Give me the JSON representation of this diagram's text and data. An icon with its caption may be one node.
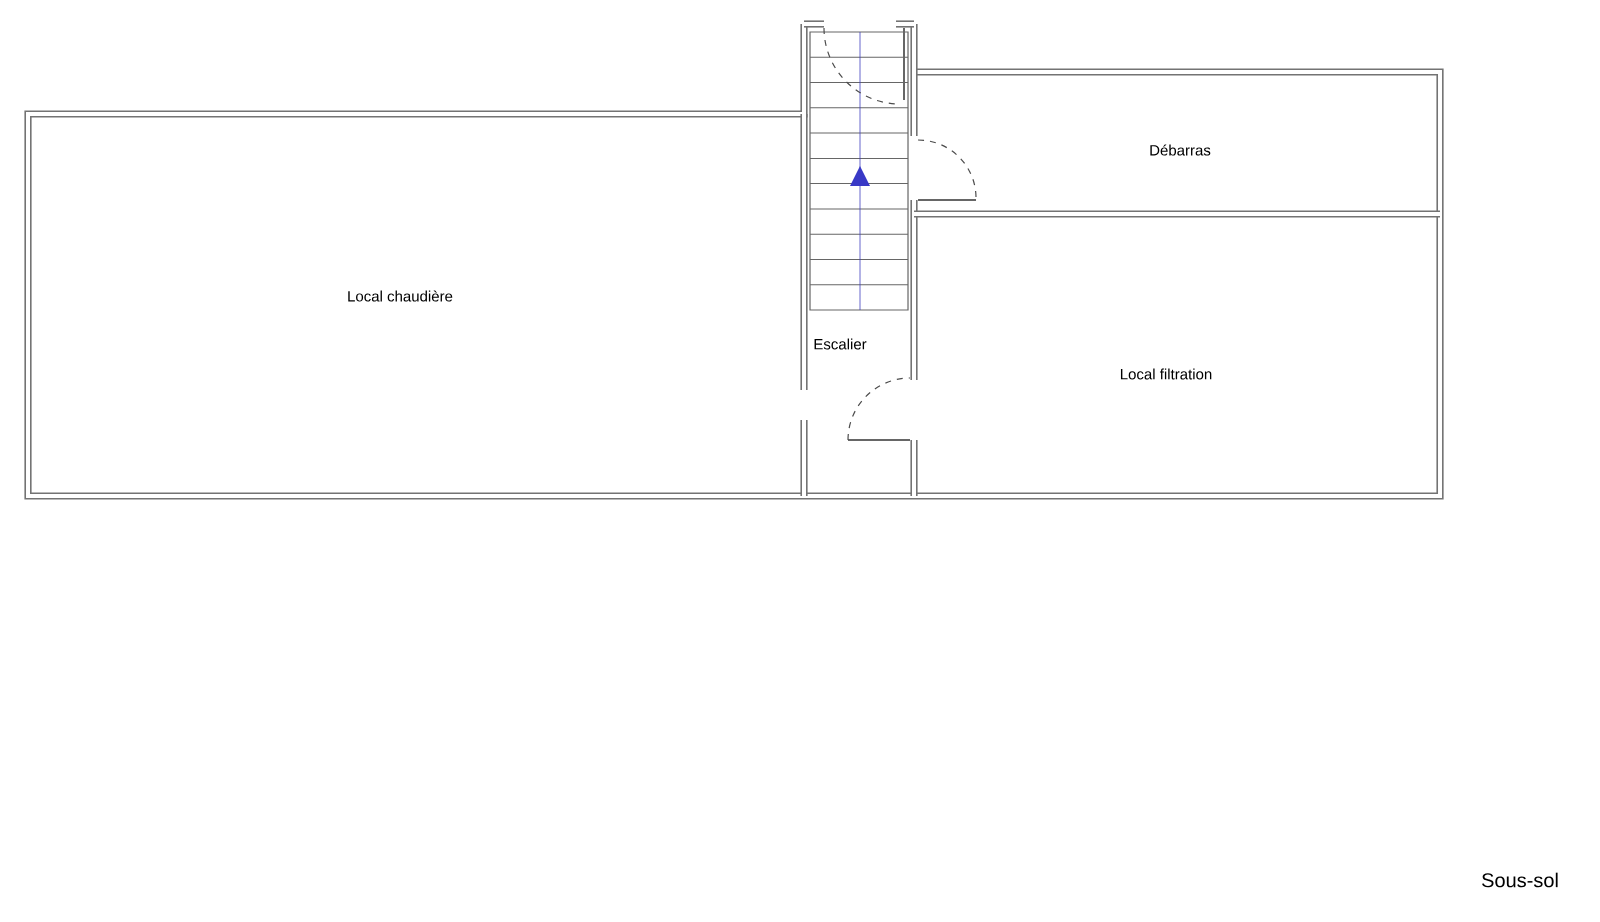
{
  "diagram": {
    "labels": [
      "Local chaudière",
      "Escalier",
      "Débarras",
      "Local filtration",
      "Sous-sol"
    ]
  }
}
